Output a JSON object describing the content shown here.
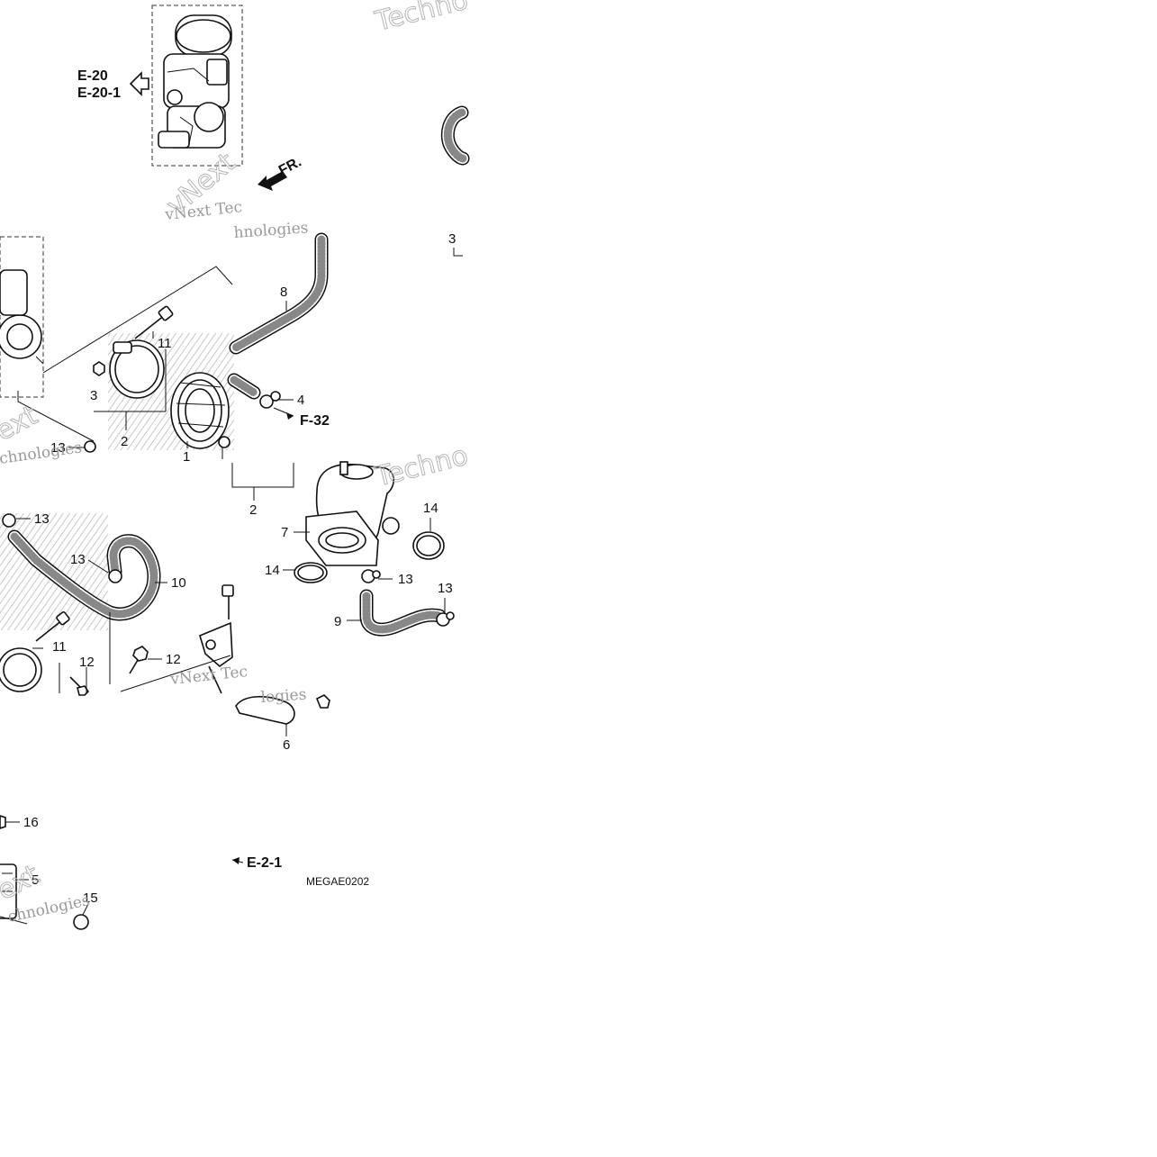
{
  "diagram": {
    "ref_codes": {
      "e20": "E-20",
      "e20_1": "E-20-1",
      "f32": "F-32",
      "e2_1": "E-2-1"
    },
    "direction_label": "FR.",
    "figure_code": "MEGAE0202",
    "watermark": {
      "text_a": "vNext Tec",
      "text_b": "hnologies",
      "text_c": "Techno",
      "text_d": "ext",
      "text_e": "chnologies",
      "text_f": "vNext",
      "text_g": "logies"
    },
    "callouts": {
      "c1": "1",
      "c2": "2",
      "c2b": "2",
      "c3": "3",
      "c3b": "3",
      "c4": "4",
      "c5": "5",
      "c6": "6",
      "c7": "7",
      "c8": "8",
      "c9": "9",
      "c10": "10",
      "c11": "11",
      "c11b": "11",
      "c12": "12",
      "c12b": "12",
      "c13": "13",
      "c13b": "13",
      "c13c": "13",
      "c13d": "13",
      "c13e": "13",
      "c14": "14",
      "c14b": "14",
      "c15": "15",
      "c16": "16"
    }
  }
}
